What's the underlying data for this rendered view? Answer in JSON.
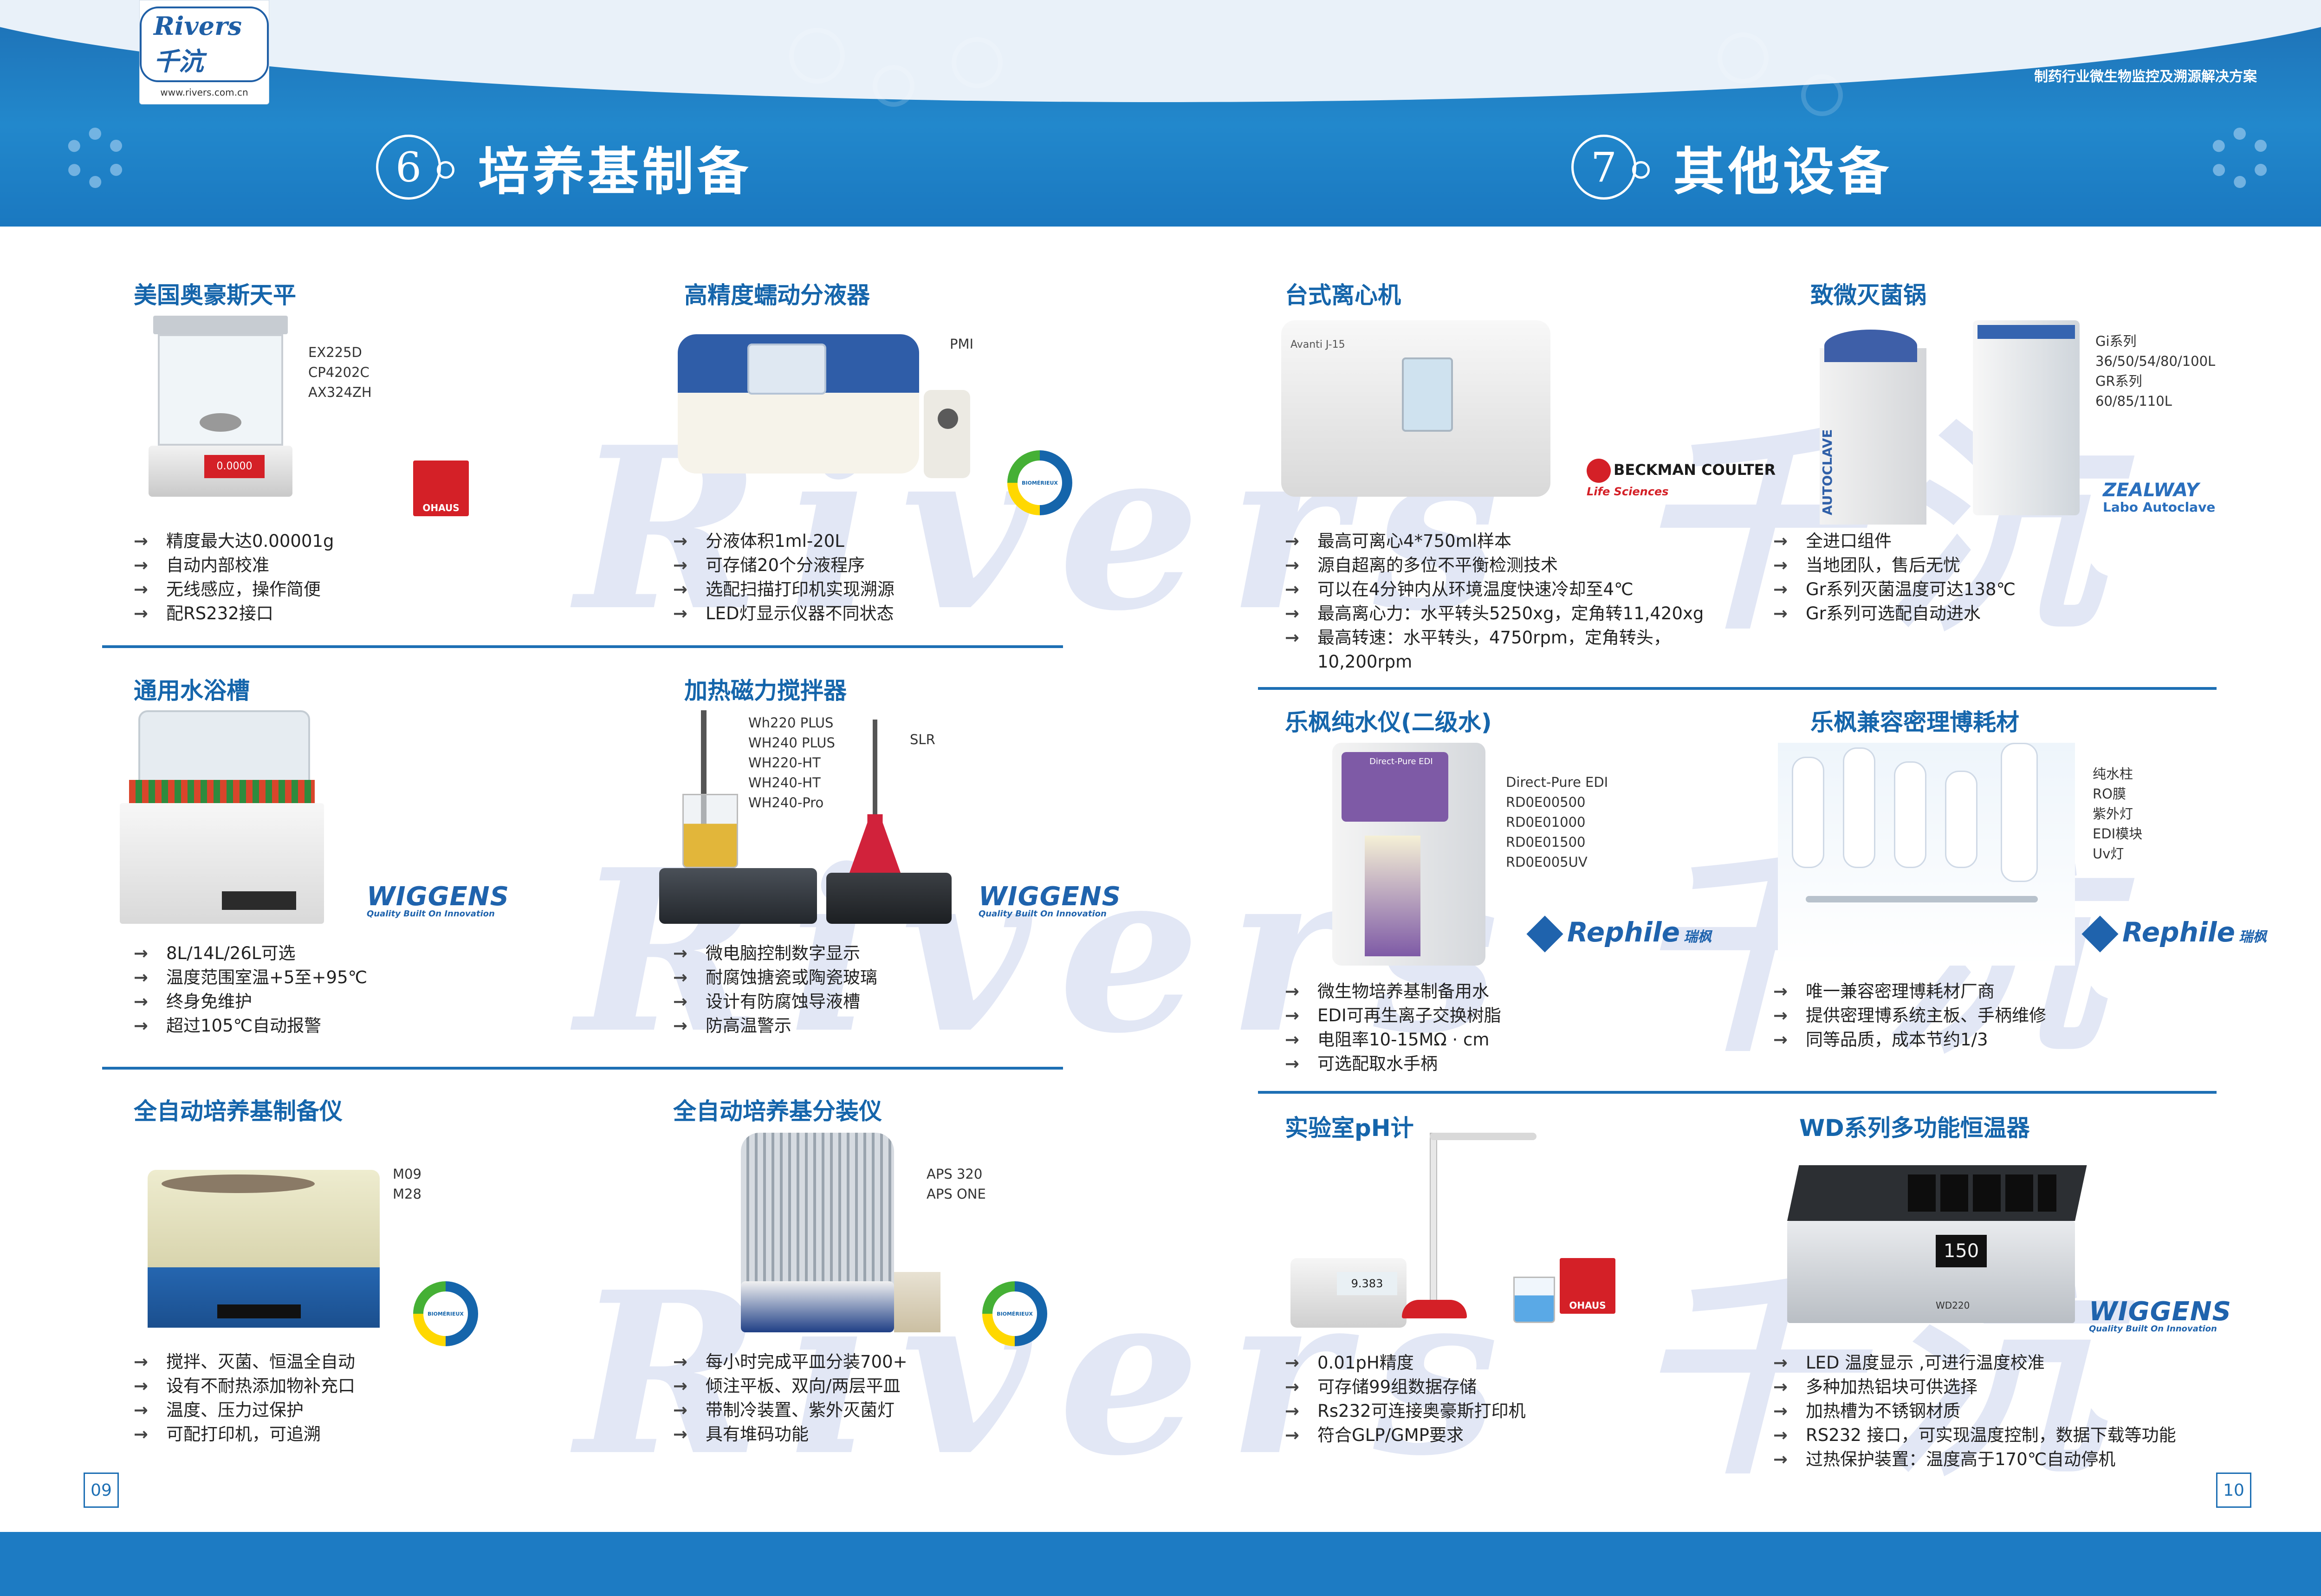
{
  "header": {
    "logo_text": "Rivers 千沆",
    "logo_url": "www.rivers.com.cn",
    "page_tag": "制药行业微生物监控及溯源解决方案",
    "left_section": {
      "num": "6",
      "title": "培养基制备"
    },
    "right_section": {
      "num": "7",
      "title": "其他设备"
    }
  },
  "watermark": "Rivers 千沆",
  "pages": {
    "left": "09",
    "right": "10"
  },
  "products": {
    "balance": {
      "title": "美国奥豪斯天平",
      "models": [
        "EX225D",
        "CP4202C",
        "AX324ZH"
      ],
      "brand": "OHAUS",
      "display_reading": "0.0000",
      "features": [
        "精度最大达0.00001g",
        "自动内部校准",
        "无线感应，操作简便",
        "配RS232接口"
      ]
    },
    "dispenser": {
      "title": "高精度蠕动分液器",
      "models": [
        "PMI"
      ],
      "brand": "BIOMÉRIEUX",
      "features": [
        "分液体积1ml-20L",
        "可存储20个分液程序",
        "选配扫描打印机实现溯源",
        "LED灯显示仪器不同状态"
      ]
    },
    "waterbath": {
      "title": "通用水浴槽",
      "brand": "WIGGENS",
      "brand_tagline": "Quality Built On Innovation",
      "features": [
        "8L/14L/26L可选",
        "温度范围室温+5至+95℃",
        "终身免维护",
        "超过105℃自动报警"
      ]
    },
    "stirrer": {
      "title": "加热磁力搅拌器",
      "models": [
        "Wh220 PLUS",
        "WH240 PLUS",
        "WH220-HT",
        "WH240-HT",
        "WH240-Pro"
      ],
      "models2": [
        "SLR"
      ],
      "brand": "WIGGENS",
      "brand_tagline": "Quality Built On Innovation",
      "features": [
        "微电脑控制数字显示",
        "耐腐蚀搪瓷或陶瓷玻璃",
        "设计有防腐蚀导液槽",
        "防高温警示"
      ]
    },
    "mediaprep": {
      "title": "全自动培养基制备仪",
      "models": [
        "M09",
        "M28"
      ],
      "brand": "BIOMÉRIEUX",
      "features": [
        "搅拌、灭菌、恒温全自动",
        "设有不耐热添加物补充口",
        "温度、压力过保护",
        "可配打印机，可追溯"
      ]
    },
    "platepour": {
      "title": "全自动培养基分装仪",
      "models": [
        "APS 320",
        "APS ONE"
      ],
      "brand": "BIOMÉRIEUX",
      "features": [
        "每小时完成平皿分装700+",
        "倾注平板、双向/两层平皿",
        "带制冷装置、紫外灭菌灯",
        "具有堆码功能"
      ]
    },
    "centrifuge": {
      "title": "台式离心机",
      "device_label": "Avanti J-15",
      "brand": "BECKMAN COULTER",
      "brand_sub": "Life Sciences",
      "features": [
        "最高可离心4*750ml样本",
        "源自超离的多位不平衡检测技术",
        "可以在4分钟内从环境温度快速冷却至4℃",
        "最高离心力：水平转头5250xg，定角转11,420xg",
        "最高转速：水平转头，4750rpm，定角转头，",
        "10,200rpm"
      ]
    },
    "autoclave": {
      "title": "致微灭菌锅",
      "device_label": "AUTOCLAVE",
      "models": [
        "Gi系列",
        "36/50/54/80/100L",
        "GR系列",
        "60/85/110L"
      ],
      "brand": "ZEALWAY",
      "brand_sub": "Labo Autoclave",
      "features": [
        "全进口组件",
        "当地团队，售后无忧",
        "Gr系列灭菌温度可达138℃",
        "Gr系列可选配自动进水"
      ]
    },
    "water": {
      "title": "乐枫纯水仪(二级水)",
      "device_label": "Direct-Pure EDI",
      "models": [
        "Direct-Pure EDI",
        "RD0E00500",
        "RD0E01000",
        "RD0E01500",
        "RD0E005UV"
      ],
      "brand": "Rephile",
      "brand_cn": "瑞枫",
      "features": [
        "微生物培养基制备用水",
        "EDI可再生离子交换树脂",
        "电阻率10-15MΩ · cm",
        "可选配取水手柄"
      ]
    },
    "consumables": {
      "title": "乐枫兼容密理博耗材",
      "models": [
        "纯水柱",
        "RO膜",
        "紫外灯",
        "EDI模块",
        "Uv灯"
      ],
      "brand": "Rephile",
      "brand_cn": "瑞枫",
      "features": [
        "唯一兼容密理博耗材厂商",
        "提供密理博系统主板、手柄维修",
        "同等品质，成本节约1/3"
      ]
    },
    "ph": {
      "title": "实验室pH计",
      "display_reading": "9.383",
      "brand": "OHAUS",
      "features": [
        " 0.01pH精度",
        "可存储99组数据存储",
        "Rs232可连接奥豪斯打印机",
        "符合GLP/GMP要求"
      ]
    },
    "thermo": {
      "title": "WD系列多功能恒温器",
      "display_reading": "150",
      "device_label": "WD220",
      "brand": "WIGGENS",
      "brand_tagline": "Quality Built On Innovation",
      "features": [
        "LED 温度显示 ,可进行温度校准",
        "多种加热铝块可供选择",
        "加热槽为不锈钢材质",
        "RS232 接口，可实现温度控制，数据下载等功能",
        "过热保护装置：温度高于170℃自动停机"
      ]
    }
  },
  "colors": {
    "brand_blue": "#1d6fb4",
    "title_blue": "#1565ab",
    "footer": "#1d7bc3"
  }
}
